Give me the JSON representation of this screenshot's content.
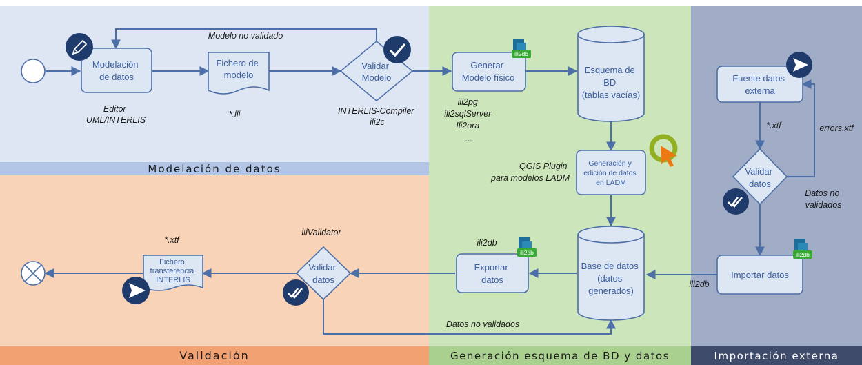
{
  "bands": {
    "modelacion": "Modelación de datos",
    "validacion": "Validación",
    "generacion": "Generación esquema de BD y datos",
    "importacion": "Importación externa"
  },
  "nodes": {
    "modelacion_datos": [
      "Modelación",
      "de datos"
    ],
    "fichero_modelo": [
      "Fichero de",
      "modelo"
    ],
    "validar_modelo": [
      "Validar",
      "Modelo"
    ],
    "generar_modelo": [
      "Generar",
      "Modelo físico"
    ],
    "esquema_bd": [
      "Esquema de",
      "BD",
      "(tablas vacías)"
    ],
    "generacion_edicion": [
      "Generación y",
      "edición de datos",
      "en LADM"
    ],
    "base_datos": [
      "Base de datos",
      "(datos",
      "generados)"
    ],
    "exportar_datos": [
      "Exportar",
      "datos"
    ],
    "validar_datos_main": [
      "Validar",
      "datos"
    ],
    "fichero_transferencia": [
      "Fichero",
      "transferencia",
      "INTERLIS"
    ],
    "fuente_datos": [
      "Fuente datos",
      "externa"
    ],
    "validar_datos_ext": [
      "Validar",
      "datos"
    ],
    "importar_datos": "Importar datos"
  },
  "labels": {
    "modelo_no_validado": "Modelo no validado",
    "editor": [
      "Editor",
      "UML/INTERLIS"
    ],
    "ili_ext": "*.ili",
    "compiler": [
      "INTERLIS-Compiler",
      "ili2c"
    ],
    "ili2_tools": [
      "ili2pg",
      "ili2sqlServer",
      "Ili2ora",
      "..."
    ],
    "qgis_plugin": [
      "QGIS Plugin",
      "para modelos LADM"
    ],
    "xtf_ext": "*.xtf",
    "errors_xtf": "errors.xtf",
    "datos_no_validados_ext": [
      "Datos no",
      "validados"
    ],
    "ili2db_import": "ili2db",
    "ili2db_export": "ili2db",
    "ilivalidator": "iliValidator",
    "xtf_out": "*.xtf",
    "datos_no_validados": "Datos no validados"
  },
  "icons": {
    "badge": "ili2db",
    "pencil": "pencil-icon",
    "check": "check-icon",
    "double_check": "double-check-icon",
    "send": "send-icon",
    "qgis": "qgis-icon"
  },
  "colors": {
    "zone_modelacion": "#dee6f3",
    "zone_validacion": "#f8d3b8",
    "zone_generacion": "#cde5bb",
    "zone_importacion": "#a1acc7",
    "band_modelacion": "#b2c5e5",
    "band_validacion": "#f2a173",
    "band_generacion": "#aad08f",
    "band_importacion": "#3e4b6a",
    "line": "#4d6fa8",
    "icon_circle": "#1f3b6b"
  }
}
